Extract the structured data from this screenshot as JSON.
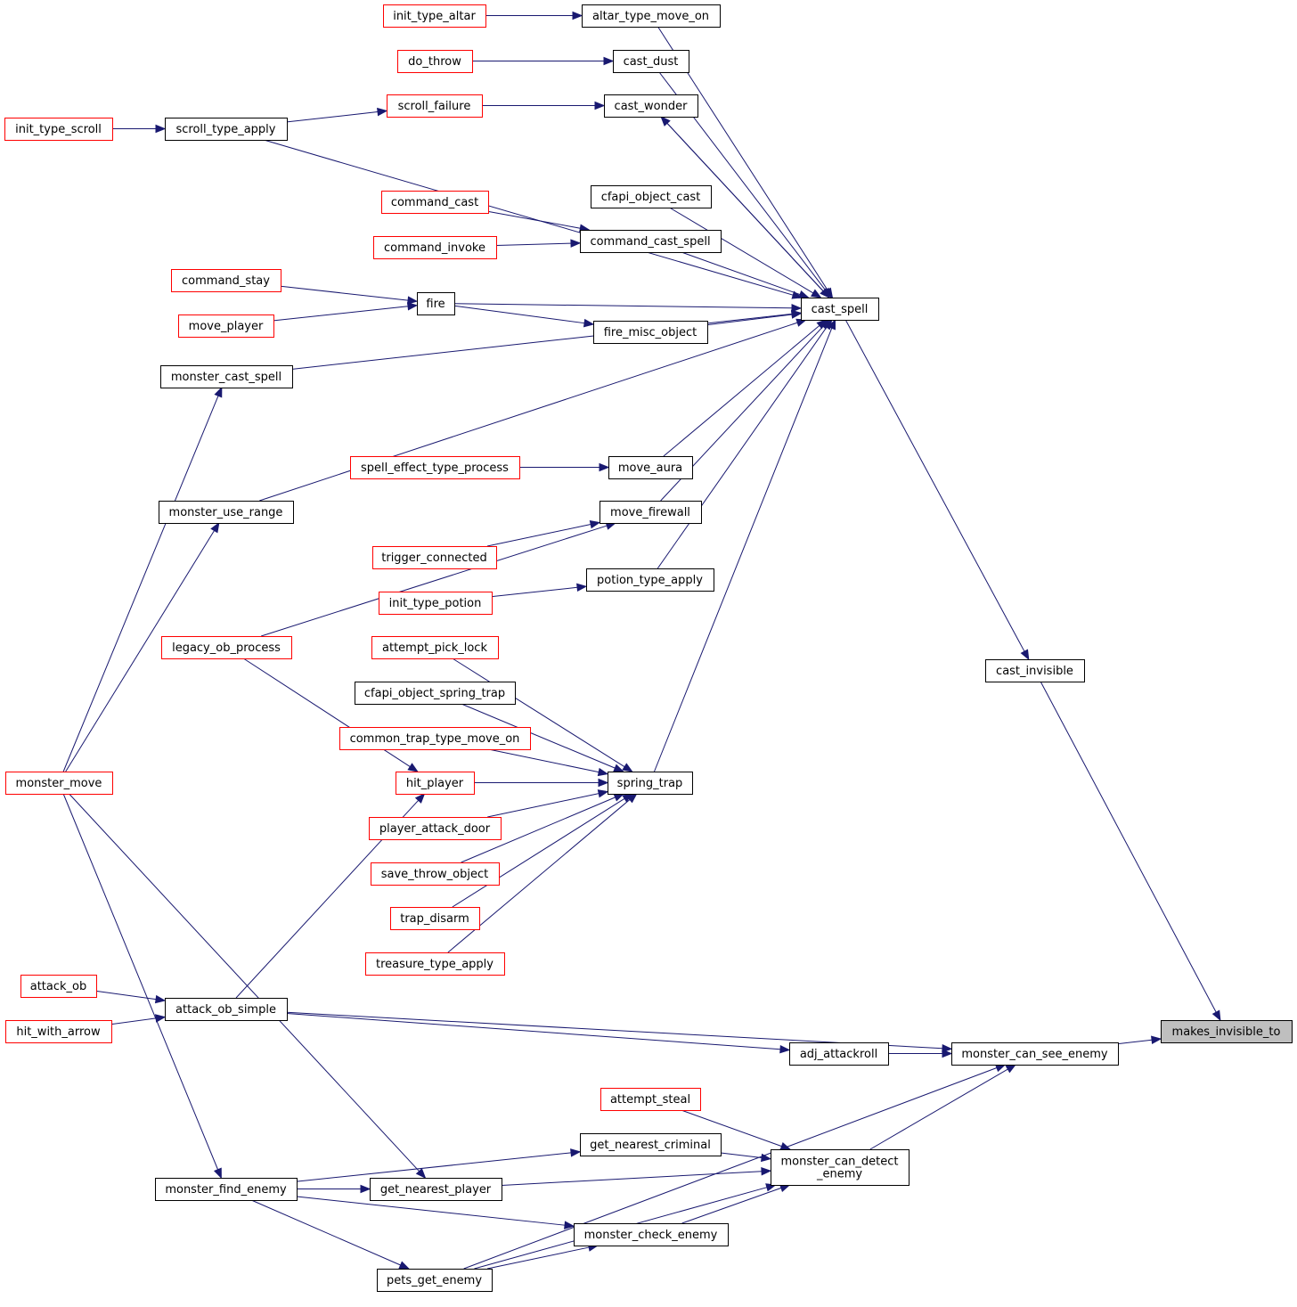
{
  "colors": {
    "edge": "#191970",
    "node_border": "#000000",
    "truncated_border": "#ff0000",
    "root_fill": "#bfbfbf",
    "background": "#ffffff"
  },
  "nodes": {
    "makes_invisible_to": {
      "label": [
        "makes_invisible_to"
      ],
      "kind": "root"
    },
    "cast_invisible": {
      "label": [
        "cast_invisible"
      ],
      "kind": "normal"
    },
    "monster_can_see_enemy": {
      "label": [
        "monster_can_see_enemy"
      ],
      "kind": "normal"
    },
    "cast_spell": {
      "label": [
        "cast_spell"
      ],
      "kind": "normal"
    },
    "altar_type_move_on": {
      "label": [
        "altar_type_move_on"
      ],
      "kind": "normal"
    },
    "init_type_altar": {
      "label": [
        "init_type_altar"
      ],
      "kind": "truncated"
    },
    "cast_dust": {
      "label": [
        "cast_dust"
      ],
      "kind": "normal"
    },
    "do_throw": {
      "label": [
        "do_throw"
      ],
      "kind": "truncated"
    },
    "cast_wonder": {
      "label": [
        "cast_wonder"
      ],
      "kind": "normal"
    },
    "scroll_failure": {
      "label": [
        "scroll_failure"
      ],
      "kind": "truncated"
    },
    "scroll_type_apply": {
      "label": [
        "scroll_type_apply"
      ],
      "kind": "normal"
    },
    "init_type_scroll": {
      "label": [
        "init_type_scroll"
      ],
      "kind": "truncated"
    },
    "cfapi_object_cast": {
      "label": [
        "cfapi_object_cast"
      ],
      "kind": "normal"
    },
    "command_cast_spell": {
      "label": [
        "command_cast_spell"
      ],
      "kind": "normal"
    },
    "command_cast": {
      "label": [
        "command_cast"
      ],
      "kind": "truncated"
    },
    "command_invoke": {
      "label": [
        "command_invoke"
      ],
      "kind": "truncated"
    },
    "fire": {
      "label": [
        "fire"
      ],
      "kind": "normal"
    },
    "command_stay": {
      "label": [
        "command_stay"
      ],
      "kind": "truncated"
    },
    "move_player": {
      "label": [
        "move_player"
      ],
      "kind": "truncated"
    },
    "fire_misc_object": {
      "label": [
        "fire_misc_object"
      ],
      "kind": "normal"
    },
    "monster_cast_spell": {
      "label": [
        "monster_cast_spell"
      ],
      "kind": "normal"
    },
    "monster_move": {
      "label": [
        "monster_move"
      ],
      "kind": "truncated"
    },
    "monster_use_range": {
      "label": [
        "monster_use_range"
      ],
      "kind": "normal"
    },
    "move_aura": {
      "label": [
        "move_aura"
      ],
      "kind": "normal"
    },
    "spell_effect_type_process": {
      "label": [
        "spell_effect_type_process"
      ],
      "kind": "truncated"
    },
    "move_firewall": {
      "label": [
        "move_firewall"
      ],
      "kind": "normal"
    },
    "legacy_ob_process": {
      "label": [
        "legacy_ob_process"
      ],
      "kind": "truncated"
    },
    "trigger_connected": {
      "label": [
        "trigger_connected"
      ],
      "kind": "truncated"
    },
    "potion_type_apply": {
      "label": [
        "potion_type_apply"
      ],
      "kind": "normal"
    },
    "init_type_potion": {
      "label": [
        "init_type_potion"
      ],
      "kind": "truncated"
    },
    "spring_trap": {
      "label": [
        "spring_trap"
      ],
      "kind": "normal"
    },
    "attempt_pick_lock": {
      "label": [
        "attempt_pick_lock"
      ],
      "kind": "truncated"
    },
    "cfapi_object_spring_trap": {
      "label": [
        "cfapi_object_spring_trap"
      ],
      "kind": "normal"
    },
    "common_trap_type_move_on": {
      "label": [
        "common_trap_type_move_on"
      ],
      "kind": "truncated"
    },
    "hit_player": {
      "label": [
        "hit_player"
      ],
      "kind": "truncated"
    },
    "attack_ob_simple": {
      "label": [
        "attack_ob_simple"
      ],
      "kind": "normal"
    },
    "attack_ob": {
      "label": [
        "attack_ob"
      ],
      "kind": "truncated"
    },
    "hit_with_arrow": {
      "label": [
        "hit_with_arrow"
      ],
      "kind": "truncated"
    },
    "player_attack_door": {
      "label": [
        "player_attack_door"
      ],
      "kind": "truncated"
    },
    "save_throw_object": {
      "label": [
        "save_throw_object"
      ],
      "kind": "truncated"
    },
    "trap_disarm": {
      "label": [
        "trap_disarm"
      ],
      "kind": "truncated"
    },
    "treasure_type_apply": {
      "label": [
        "treasure_type_apply"
      ],
      "kind": "truncated"
    },
    "adj_attackroll": {
      "label": [
        "adj_attackroll"
      ],
      "kind": "normal"
    },
    "monster_can_detect_enemy": {
      "label": [
        "monster_can_detect",
        "_enemy"
      ],
      "kind": "normal"
    },
    "attempt_steal": {
      "label": [
        "attempt_steal"
      ],
      "kind": "truncated"
    },
    "get_nearest_criminal": {
      "label": [
        "get_nearest_criminal"
      ],
      "kind": "normal"
    },
    "monster_find_enemy": {
      "label": [
        "monster_find_enemy"
      ],
      "kind": "normal"
    },
    "get_nearest_player": {
      "label": [
        "get_nearest_player"
      ],
      "kind": "normal"
    },
    "monster_check_enemy": {
      "label": [
        "monster_check_enemy"
      ],
      "kind": "normal"
    },
    "pets_get_enemy": {
      "label": [
        "pets_get_enemy"
      ],
      "kind": "normal"
    }
  },
  "edges": [
    [
      "cast_invisible",
      "makes_invisible_to"
    ],
    [
      "monster_can_see_enemy",
      "makes_invisible_to"
    ],
    [
      "cast_spell",
      "cast_invisible"
    ],
    [
      "altar_type_move_on",
      "cast_spell"
    ],
    [
      "init_type_altar",
      "altar_type_move_on"
    ],
    [
      "cast_dust",
      "cast_spell"
    ],
    [
      "do_throw",
      "cast_dust"
    ],
    [
      "cast_wonder",
      "cast_spell"
    ],
    [
      "cast_spell",
      "cast_wonder"
    ],
    [
      "scroll_failure",
      "cast_wonder"
    ],
    [
      "scroll_type_apply",
      "scroll_failure"
    ],
    [
      "scroll_type_apply",
      "cast_spell"
    ],
    [
      "init_type_scroll",
      "scroll_type_apply"
    ],
    [
      "cfapi_object_cast",
      "cast_spell"
    ],
    [
      "command_cast_spell",
      "cast_spell"
    ],
    [
      "command_cast",
      "command_cast_spell"
    ],
    [
      "command_invoke",
      "command_cast_spell"
    ],
    [
      "fire",
      "cast_spell"
    ],
    [
      "command_stay",
      "fire"
    ],
    [
      "move_player",
      "fire"
    ],
    [
      "fire",
      "fire_misc_object"
    ],
    [
      "fire_misc_object",
      "cast_spell"
    ],
    [
      "monster_cast_spell",
      "cast_spell"
    ],
    [
      "monster_move",
      "monster_cast_spell"
    ],
    [
      "monster_use_range",
      "cast_spell"
    ],
    [
      "monster_move",
      "monster_use_range"
    ],
    [
      "move_aura",
      "cast_spell"
    ],
    [
      "spell_effect_type_process",
      "move_aura"
    ],
    [
      "move_firewall",
      "cast_spell"
    ],
    [
      "legacy_ob_process",
      "move_firewall"
    ],
    [
      "trigger_connected",
      "move_firewall"
    ],
    [
      "potion_type_apply",
      "cast_spell"
    ],
    [
      "init_type_potion",
      "potion_type_apply"
    ],
    [
      "spring_trap",
      "cast_spell"
    ],
    [
      "attempt_pick_lock",
      "spring_trap"
    ],
    [
      "cfapi_object_spring_trap",
      "spring_trap"
    ],
    [
      "common_trap_type_move_on",
      "spring_trap"
    ],
    [
      "hit_player",
      "spring_trap"
    ],
    [
      "legacy_ob_process",
      "hit_player"
    ],
    [
      "attack_ob_simple",
      "hit_player"
    ],
    [
      "attack_ob",
      "attack_ob_simple"
    ],
    [
      "hit_with_arrow",
      "attack_ob_simple"
    ],
    [
      "player_attack_door",
      "spring_trap"
    ],
    [
      "save_throw_object",
      "spring_trap"
    ],
    [
      "trap_disarm",
      "spring_trap"
    ],
    [
      "treasure_type_apply",
      "spring_trap"
    ],
    [
      "attack_ob_simple",
      "monster_can_see_enemy"
    ],
    [
      "adj_attackroll",
      "monster_can_see_enemy"
    ],
    [
      "attack_ob_simple",
      "adj_attackroll"
    ],
    [
      "monster_can_detect_enemy",
      "monster_can_see_enemy"
    ],
    [
      "pets_get_enemy",
      "monster_can_see_enemy"
    ],
    [
      "attempt_steal",
      "monster_can_detect_enemy"
    ],
    [
      "get_nearest_criminal",
      "monster_can_detect_enemy"
    ],
    [
      "monster_find_enemy",
      "get_nearest_criminal"
    ],
    [
      "get_nearest_player",
      "monster_can_detect_enemy"
    ],
    [
      "monster_find_enemy",
      "get_nearest_player"
    ],
    [
      "monster_move",
      "get_nearest_player"
    ],
    [
      "monster_move",
      "monster_find_enemy"
    ],
    [
      "monster_check_enemy",
      "monster_can_detect_enemy"
    ],
    [
      "monster_find_enemy",
      "monster_check_enemy"
    ],
    [
      "pets_get_enemy",
      "monster_check_enemy"
    ],
    [
      "pets_get_enemy",
      "monster_can_detect_enemy"
    ],
    [
      "monster_find_enemy",
      "pets_get_enemy"
    ]
  ]
}
